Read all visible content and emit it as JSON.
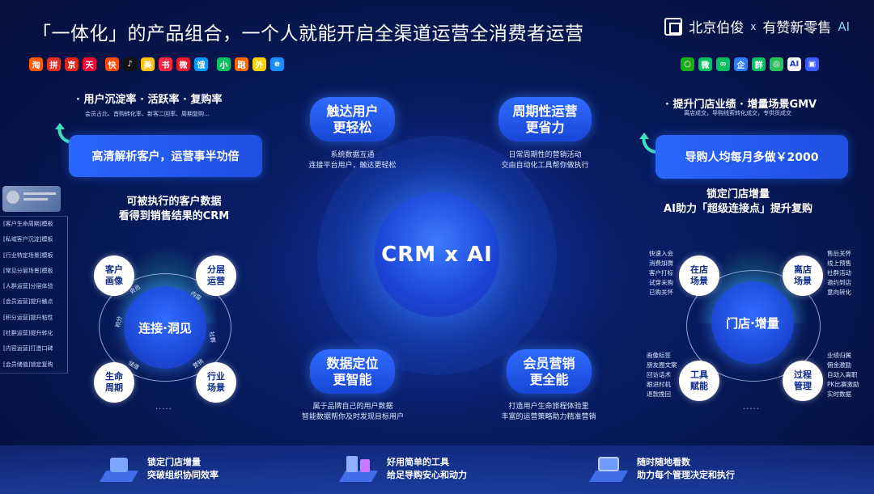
{
  "header": {
    "title": "「一体化」的产品组合，一个人就能开启全渠道运营全消费者运营",
    "brand_left": "北京伯俊",
    "brand_x": "x",
    "brand_right": "有赞新零售",
    "brand_ai": "AI"
  },
  "left_top": {
    "title": "· 用户沉淀率 · 活跃率 · 复购率",
    "sub": "会员占比、首购转化率、新客二回率、周期复购...",
    "bar": "高清解析客户，运营事半功倍"
  },
  "right_top": {
    "title": "· 提升门店业绩 · 增量场景GMV",
    "sub": "离店成交，导购线索转化成交，专供货成交",
    "bar": "导购人均每月多做￥2000"
  },
  "left_section": {
    "heading_1": "可被执行的客户数据",
    "heading_2": "看得到销售结果的CRM",
    "hub": "连接·洞见",
    "nodes": [
      "客户画像",
      "分层运营",
      "生命周期",
      "行业场景"
    ],
    "orbit_labels": [
      "会员",
      "内容",
      "积分",
      "社群",
      "储值",
      "营销"
    ],
    "list": [
      "[客户生命周期]模板",
      "[私域客户沉淀]模板",
      "[行业特定场景]模板",
      "[常见分层场景]模板",
      "[人群运营]分层体验",
      "[会员运营]提升触点",
      "[积分运营]提升粘性",
      "[社群运营]提升转化",
      "[内容运营]打造口碑",
      "[会员储值]锁定复购"
    ],
    "dots": "....."
  },
  "right_section": {
    "heading_1": "锁定门店增量",
    "heading_2": "AI助力「超级连接点」提升复购",
    "hub": "门店·增量",
    "nodes": [
      "在店场景",
      "离店场景",
      "工具赋能",
      "过程管理"
    ],
    "text_tl": [
      "快速入会",
      "消费加微",
      "客户打标",
      "试穿未购",
      "已购关怀"
    ],
    "text_tr": [
      "售后关怀",
      "线上预售",
      "社群活动",
      "邀约到店",
      "意向转化"
    ],
    "text_bl": [
      "画像标签",
      "朋友圈文案",
      "回访话术",
      "跟进时机",
      "退款挽回"
    ],
    "text_br": [
      "业绩归属",
      "佣金激励",
      "自动入离职",
      "PK比赛激励",
      "实时数据"
    ],
    "dots": "....."
  },
  "center": {
    "core": "CRM x AI",
    "pills": [
      {
        "l1": "触达用户",
        "l2": "更轻松",
        "c1": "系统数据互通",
        "c2": "连接平台用户，触达更轻松"
      },
      {
        "l1": "周期性运营",
        "l2": "更省力",
        "c1": "日常周期性的营销活动",
        "c2": "交由自动化工具帮你做执行"
      },
      {
        "l1": "数据定位",
        "l2": "更智能",
        "c1": "属于品牌自己的用户数据",
        "c2": "智能数据帮你及时发现目标用户"
      },
      {
        "l1": "会员营销",
        "l2": "更全能",
        "c1": "打造用户生命旅程体验里",
        "c2": "丰富的运营策略助力精准营销"
      }
    ]
  },
  "footer": [
    {
      "l1": "锁定门店增量",
      "l2": "突破组织协同效率"
    },
    {
      "l1": "好用简单的工具",
      "l2": "给足导购安心和动力"
    },
    {
      "l1": "随时随地看数",
      "l2": "助力每个管理决定和执行"
    }
  ],
  "icons_left": [
    {
      "name": "taobao-icon",
      "glyph": "淘",
      "color": "#ff5a00"
    },
    {
      "name": "pinduoduo-icon",
      "glyph": "拼",
      "color": "#e02e24"
    },
    {
      "name": "jd-icon",
      "glyph": "京",
      "color": "#e1251b"
    },
    {
      "name": "tmall-icon",
      "glyph": "天",
      "color": "#ff0036"
    },
    {
      "name": "kuaishou-icon",
      "glyph": "快",
      "color": "#ff4906"
    },
    {
      "name": "douyin-icon",
      "glyph": "♪",
      "color": "#111111"
    },
    {
      "name": "meituan-icon",
      "glyph": "美",
      "color": "#ffc300"
    },
    {
      "name": "xiaohongshu-icon",
      "glyph": "书",
      "color": "#ff2442"
    },
    {
      "name": "weibo-icon",
      "glyph": "微",
      "color": "#e6162d"
    },
    {
      "name": "eleme-icon",
      "glyph": "饿",
      "color": "#0097ff"
    },
    {
      "name": "mini-program-icon",
      "glyph": "小",
      "color": "#07c160"
    },
    {
      "name": "running-icon",
      "glyph": "跑",
      "color": "#ff6a00"
    },
    {
      "name": "meituan-waimai-icon",
      "glyph": "外",
      "color": "#ffd100"
    },
    {
      "name": "ele-icon",
      "glyph": "e",
      "color": "#1890ff"
    }
  ],
  "icons_right": [
    {
      "name": "search-app-icon",
      "glyph": "○",
      "color": "#1aad19"
    },
    {
      "name": "wechat-icon",
      "glyph": "微",
      "color": "#07c160"
    },
    {
      "name": "link-icon",
      "glyph": "∞",
      "color": "#07c160"
    },
    {
      "name": "wecom-icon",
      "glyph": "企",
      "color": "#2b7cff"
    },
    {
      "name": "group-icon",
      "glyph": "群",
      "color": "#07c160"
    },
    {
      "name": "moments-icon",
      "glyph": "◎",
      "color": "#29c25a"
    },
    {
      "name": "ai-icon",
      "glyph": "AI",
      "color": "#ffffff"
    },
    {
      "name": "chat-icon",
      "glyph": "▣",
      "color": "#3b5bff"
    }
  ]
}
